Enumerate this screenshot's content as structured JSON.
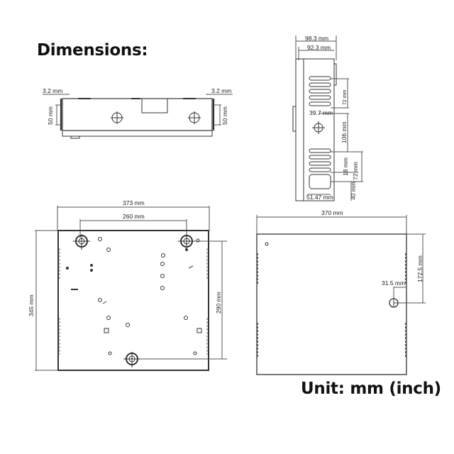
{
  "title": "Dimensions:",
  "unit_label": "Unit: mm (inch)",
  "views": {
    "front_top": {
      "left_offset": "3.2 mm",
      "right_offset": "3.2 mm",
      "left_height": "50 mm",
      "right_height": "50 mm"
    },
    "side": {
      "outer_width": "98.3 mm",
      "inner_width": "92.3 mm",
      "upper_vent_height": "72 mm",
      "hole_offset": "39.7 mm",
      "hole_to_vent": "106 mm",
      "vent_step": "18 mm",
      "lower_vent_height": "72 mm",
      "bottom_offset": "40 mm",
      "bottom_width": "51.47 mm"
    },
    "back": {
      "overall_width": "373 mm",
      "hole_spacing_h": "260 mm",
      "overall_height": "345 mm",
      "hole_spacing_v": "290 mm"
    },
    "cover": {
      "width": "370 mm",
      "lock_from_top": "172.5 mm",
      "lock_from_edge": "31.5 mm"
    }
  },
  "colors": {
    "line": "#2a2a2a",
    "dim_line": "#555555",
    "text": "#111111"
  }
}
